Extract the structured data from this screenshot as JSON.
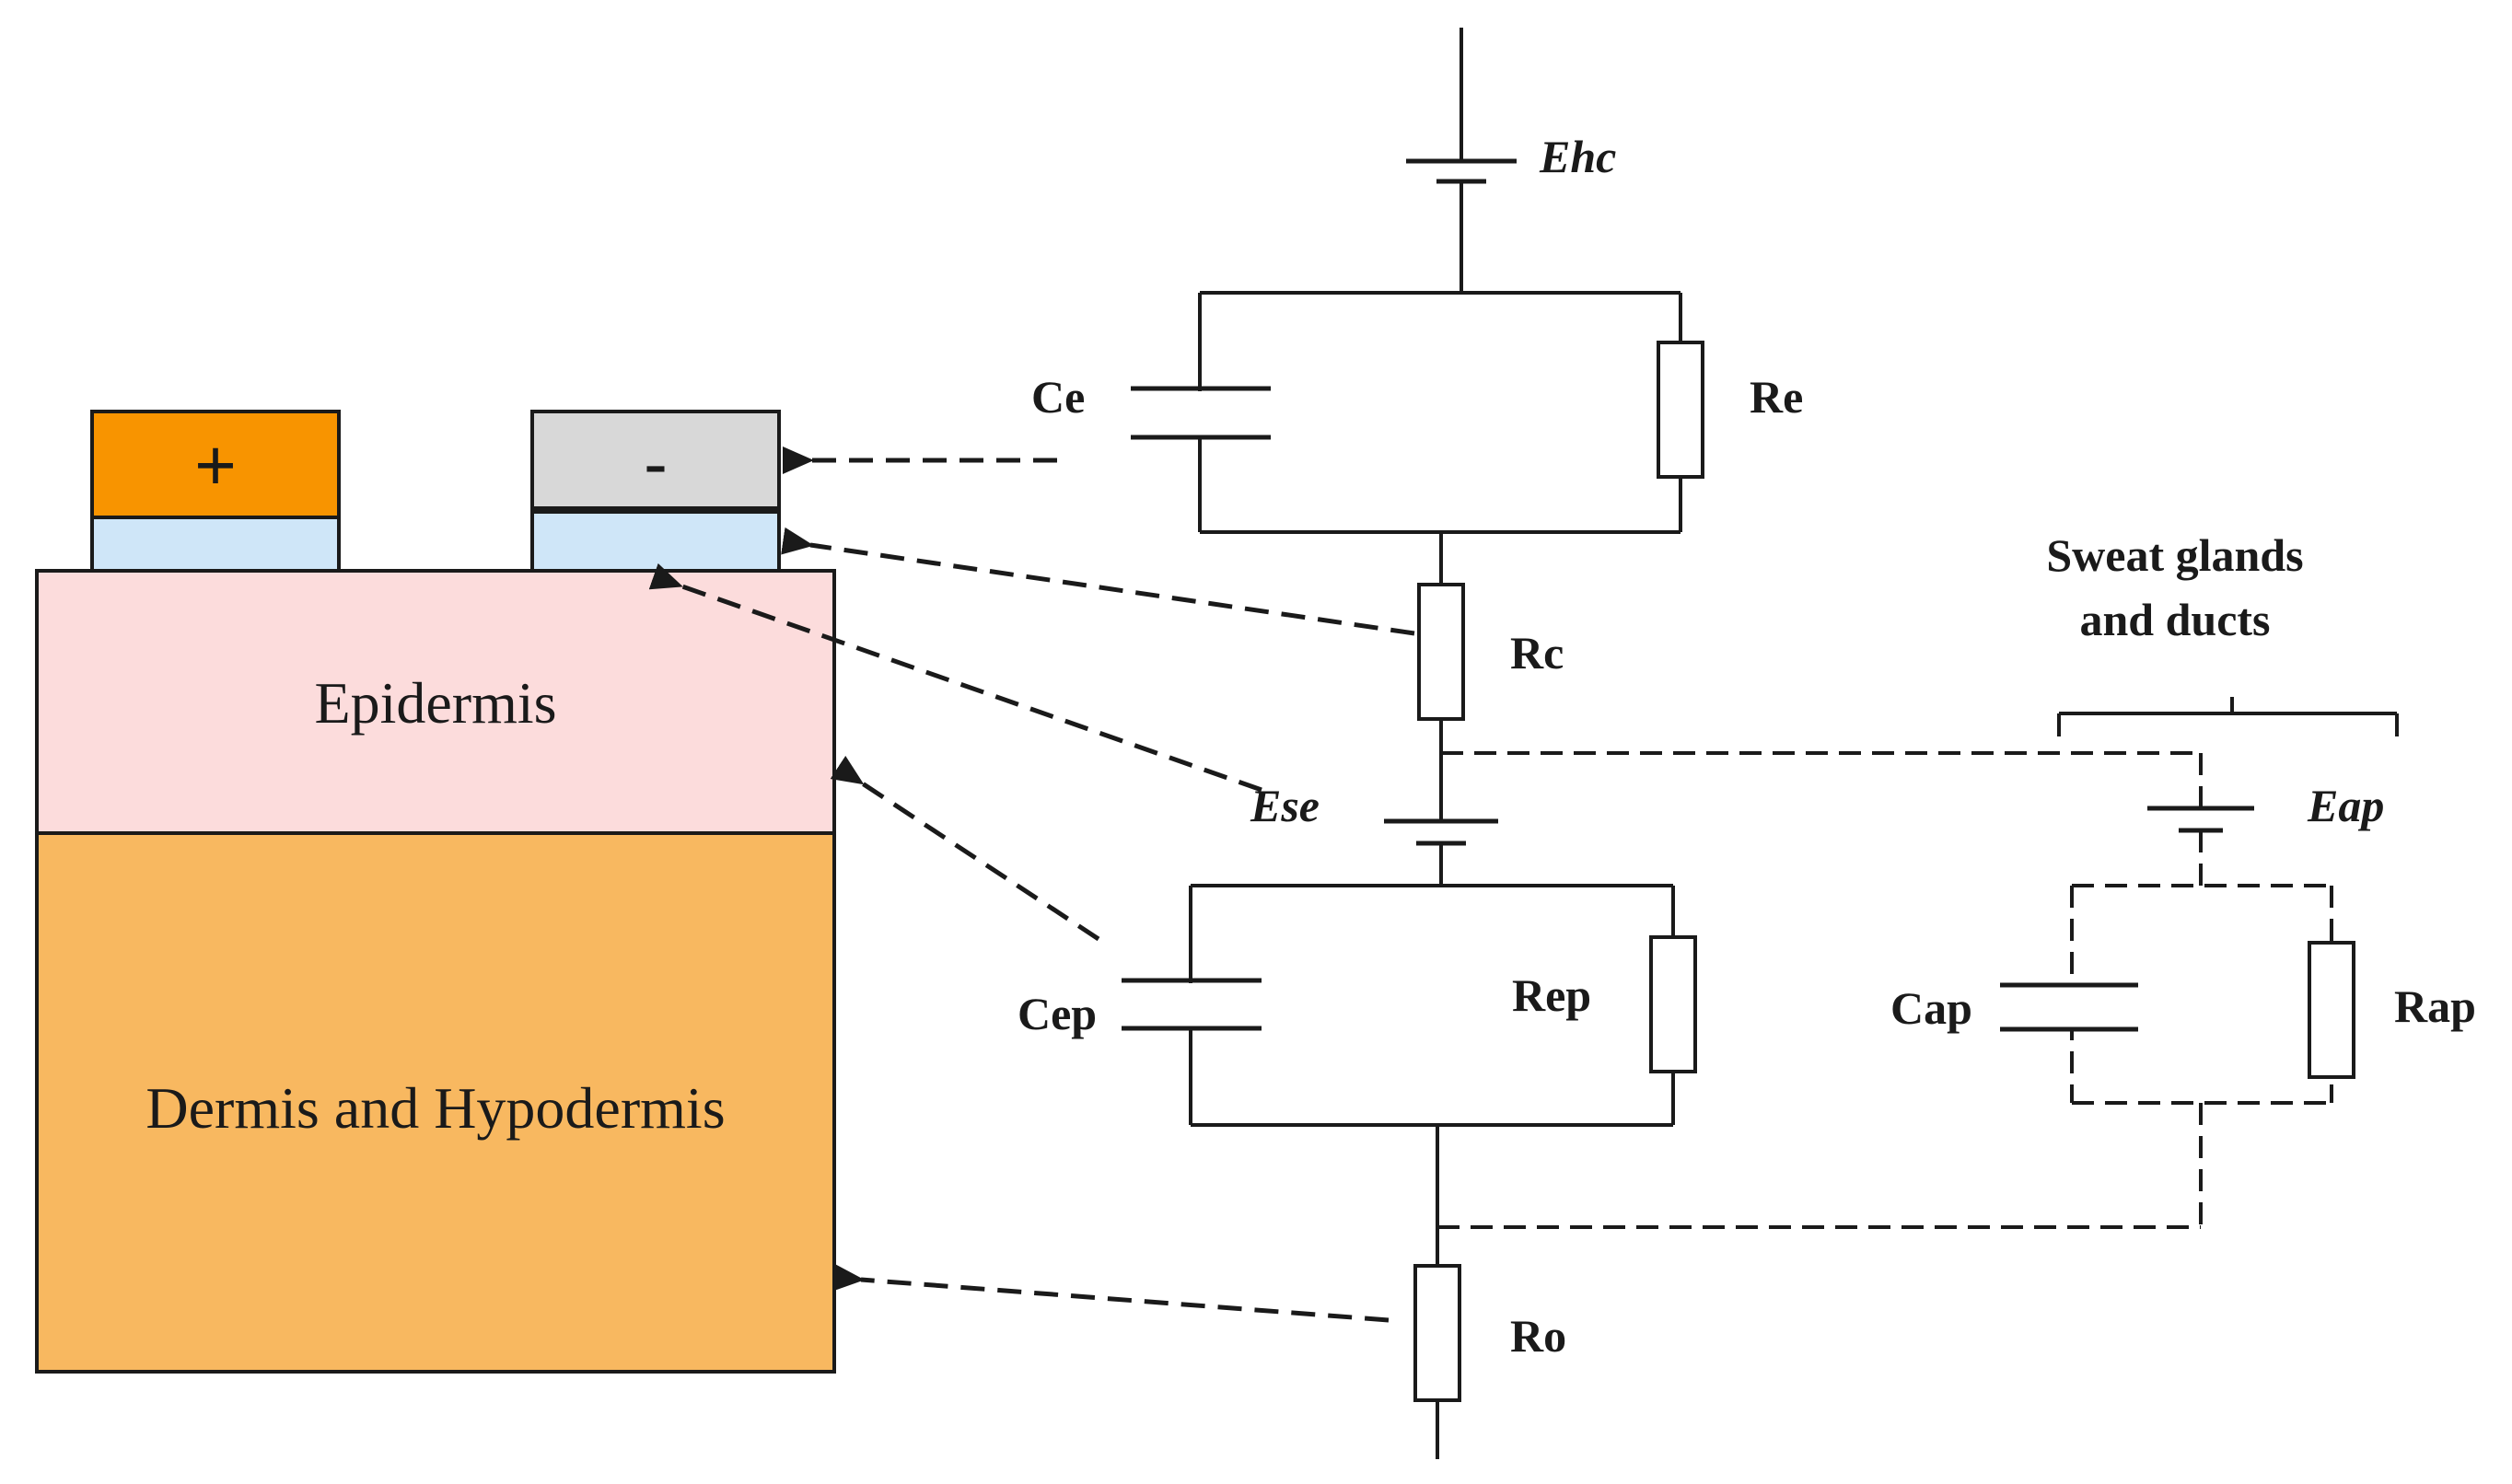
{
  "colors": {
    "epidermis": "#fcdcdc",
    "dermis": "#f8b860",
    "electrode_positive": "#f89400",
    "electrode_negative": "#d8d8d8",
    "contact_layer": "#cfe6f8",
    "line": "#1a1a1a"
  },
  "skin": {
    "epidermis_label": "Epidermis",
    "dermis_label": "Dermis and Hypodermis"
  },
  "electrodes": {
    "positive_symbol": "+",
    "negative_symbol": "-"
  },
  "circuit": {
    "labels": {
      "Ehc": "Ehc",
      "Ce": "Ce",
      "Re": "Re",
      "Rc": "Rc",
      "Ese": "Ese",
      "Cep": "Cep",
      "Rep": "Rep",
      "Ro": "Ro",
      "Eap": "Eap",
      "Cap": "Cap",
      "Rap": "Rap"
    },
    "sweat_glands_label_line1": "Sweat glands",
    "sweat_glands_label_line2": "and ducts"
  }
}
